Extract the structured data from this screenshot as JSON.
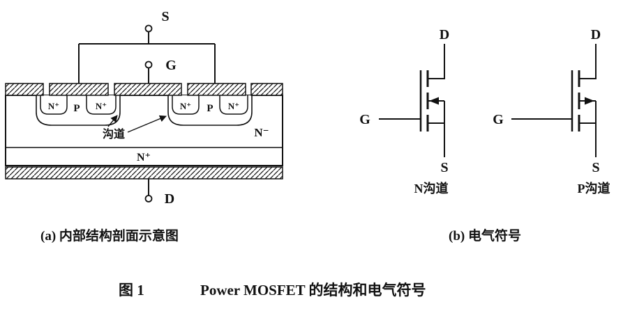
{
  "figure": {
    "caption_a": "(a) 内部结构剖面示意图",
    "caption_b": "(b) 电气符号",
    "title_index": "图 1",
    "title_text": "Power MOSFET 的结构和电气符号"
  },
  "cross_section": {
    "source": "S",
    "gate": "G",
    "drain": "D",
    "left_well": {
      "n1": "N⁺",
      "p": "P",
      "n2": "N⁺"
    },
    "right_well": {
      "n1": "N⁺",
      "p": "P",
      "n2": "N⁺"
    },
    "channel": "沟道",
    "drift_region": "N⁻",
    "substrate": "N⁺"
  },
  "symbols": {
    "n_channel": {
      "drain": "D",
      "gate": "G",
      "source": "S",
      "label": "N沟道"
    },
    "p_channel": {
      "drain": "D",
      "gate": "G",
      "source": "S",
      "label": "P沟道"
    }
  }
}
